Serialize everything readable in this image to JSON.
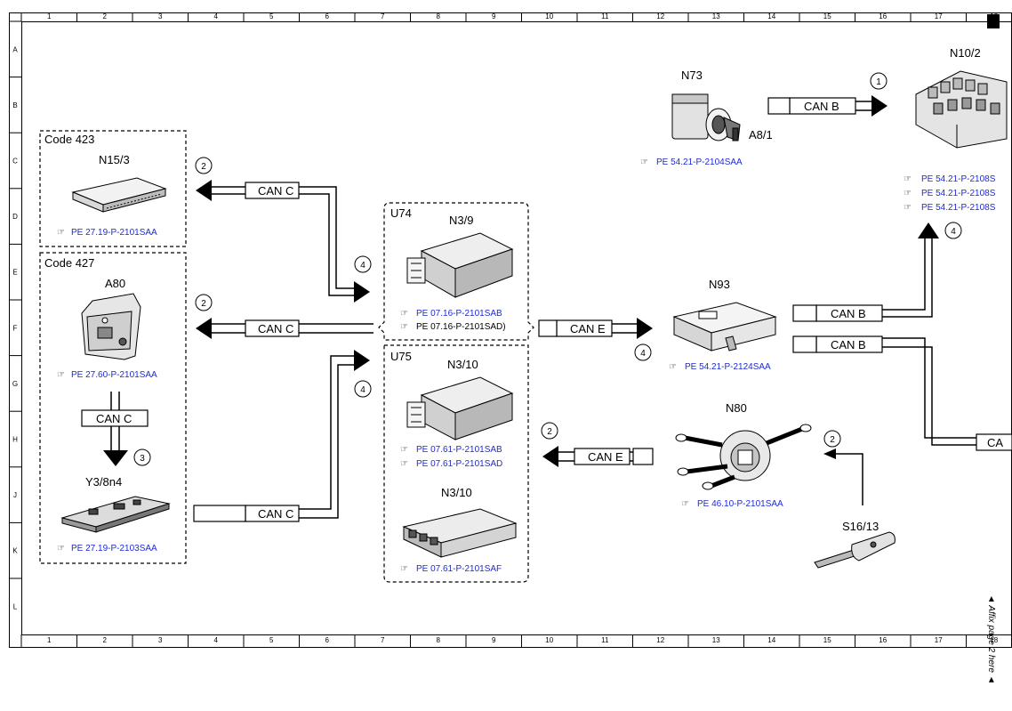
{
  "grid": {
    "cols": [
      "1",
      "2",
      "3",
      "4",
      "5",
      "6",
      "7",
      "8",
      "9",
      "10",
      "11",
      "12",
      "13",
      "14",
      "15",
      "16",
      "17",
      "18"
    ],
    "rows": [
      "A",
      "B",
      "C",
      "D",
      "E",
      "F",
      "G",
      "H",
      "J",
      "K",
      "L"
    ]
  },
  "boxes": {
    "code423": "Code 423",
    "code427": "Code 427",
    "u74": "U74",
    "u75": "U75"
  },
  "components": {
    "n15_3": "N15/3",
    "a80": "A80",
    "y3_8n4": "Y3/8n4",
    "n3_9": "N3/9",
    "n3_10a": "N3/10",
    "n3_10b": "N3/10",
    "n73": "N73",
    "a8_1": "A8/1",
    "n10_2": "N10/2",
    "n93": "N93",
    "n80": "N80",
    "s16_13": "S16/13"
  },
  "refs": {
    "n15_3": "PE 27.19-P-2101SAA",
    "a80": "PE 27.60-P-2101SAA",
    "y3_8n4": "PE 27.19-P-2103SAA",
    "n3_9_a": "PE 07.16-P-2101SAB",
    "n3_9_b": "PE 07.16-P-2101SAD)",
    "n3_10_a": "PE 07.61-P-2101SAB",
    "n3_10_b": "PE 07.61-P-2101SAD",
    "n3_10_c": "PE 07.61-P-2101SAF",
    "n73": "PE 54.21-P-2104SAA",
    "n10_2_a": "PE 54.21-P-2108S",
    "n10_2_b": "PE 54.21-P-2108S",
    "n10_2_c": "PE 54.21-P-2108S",
    "n93": "PE 54.21-P-2124SAA",
    "n80": "PE 46.10-P-2101SAA"
  },
  "buses": {
    "can_c_1": "CAN C",
    "can_c_2": "CAN C",
    "can_c_3": "CAN C",
    "can_c_4": "CAN C",
    "can_e_1": "CAN E",
    "can_e_2": "CAN E",
    "can_b_1": "CAN B",
    "can_b_2": "CAN B",
    "can_b_3": "CAN B",
    "can_b_4": "CA"
  },
  "circles": {
    "c1": "1",
    "c2a": "2",
    "c2b": "2",
    "c2c": "2",
    "c2d": "2",
    "c3": "3",
    "c4a": "4",
    "c4b": "4",
    "c4c": "4",
    "c4d": "4"
  },
  "affix": "◄ Affix page 2 here ◄"
}
